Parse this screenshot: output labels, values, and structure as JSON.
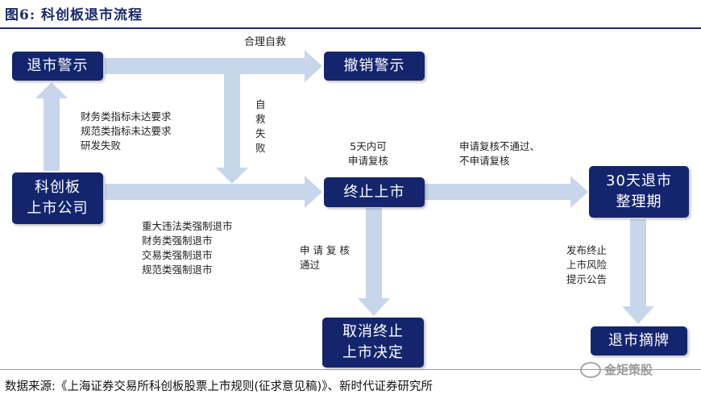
{
  "title": "图6:   科创板退市流程",
  "nodes": {
    "delist_warning": "退市警示",
    "revoke_warning": "撤销警示",
    "star_company_l1": "科创板",
    "star_company_l2": "上市公司",
    "terminate_listing": "终止上市",
    "cleanup_period_l1": "30天退市",
    "cleanup_period_l2": "整理期",
    "cancel_decision_l1": "取消终止",
    "cancel_decision_l2": "上市决定",
    "delist_board": "退市摘牌"
  },
  "labels": {
    "self_rescue_ok": "合理自救",
    "warning_reasons": "财务类指标未达要求\n规范类指标未达要求\n研发失败",
    "self_rescue_fail": "自\n救\n失\n败",
    "review_within_5days": "5天内可\n申请复核",
    "review_fail": "申请复核不通过、\n不申请复核",
    "forced_reasons": "重大违法类强制退市\n财务类强制退市\n交易类强制退市\n规范类强制退市",
    "review_pass": "申 请 复 核\n通过",
    "announce_risk": "发布终止\n上市风险\n提示公告"
  },
  "footer": "数据来源:《上海证券交易所科创板股票上市规则(征求意见稿)》、新时代证券研究所",
  "watermark": "金矩策股",
  "colors": {
    "box": "#14256e",
    "arrow": "#c7d6ea",
    "title": "#1a2a6c"
  }
}
